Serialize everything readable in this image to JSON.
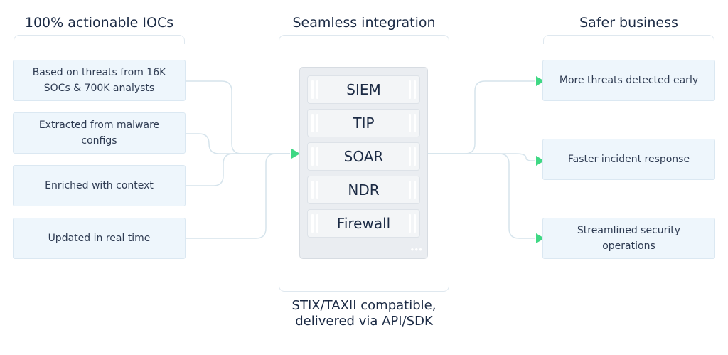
{
  "columns": {
    "left_title": "100% actionable IOCs",
    "center_title": "Seamless integration",
    "right_title": "Safer business"
  },
  "inputs": [
    "Based on threats from 16K SOCs & 700K analysts",
    "Extracted from malware configs",
    "Enriched with context",
    "Updated in real time"
  ],
  "integrations": [
    "SIEM",
    "TIP",
    "SOAR",
    "NDR",
    "Firewall"
  ],
  "outcomes": [
    "More threats detected early",
    "Faster incident response",
    "Streamlined security operations"
  ],
  "footer": {
    "line1": "STIX/TAXII compatible,",
    "line2": "delivered via API/SDK"
  },
  "colors": {
    "box_fill": "#eef6fc",
    "connector": "#d6e4ec",
    "arrow": "#3fd884",
    "text": "#1c2b45"
  },
  "icons": [
    "arrow-right-icon",
    "server-rack-icon"
  ]
}
